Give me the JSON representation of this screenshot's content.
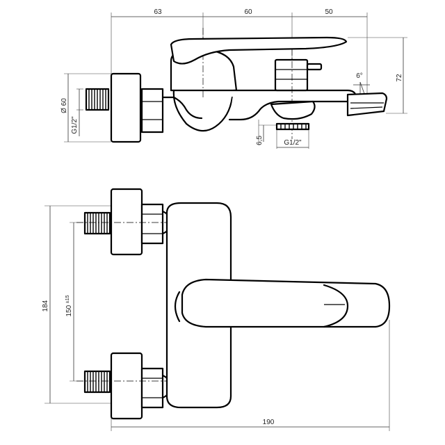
{
  "dimensions": {
    "top_width_1": "63",
    "top_width_2": "60",
    "top_width_3": "50",
    "height_right": "72",
    "spout_angle": "6°",
    "diameter_flange": "Ø 60",
    "thread_left": "G1/2\"",
    "thread_bottom": "G1/2\"",
    "offset_small": "6,5",
    "height_plan": "184",
    "inlet_spacing": "150",
    "inlet_tolerance": "±15",
    "total_width": "190"
  },
  "colors": {
    "line": "#000000",
    "background": "#ffffff"
  }
}
